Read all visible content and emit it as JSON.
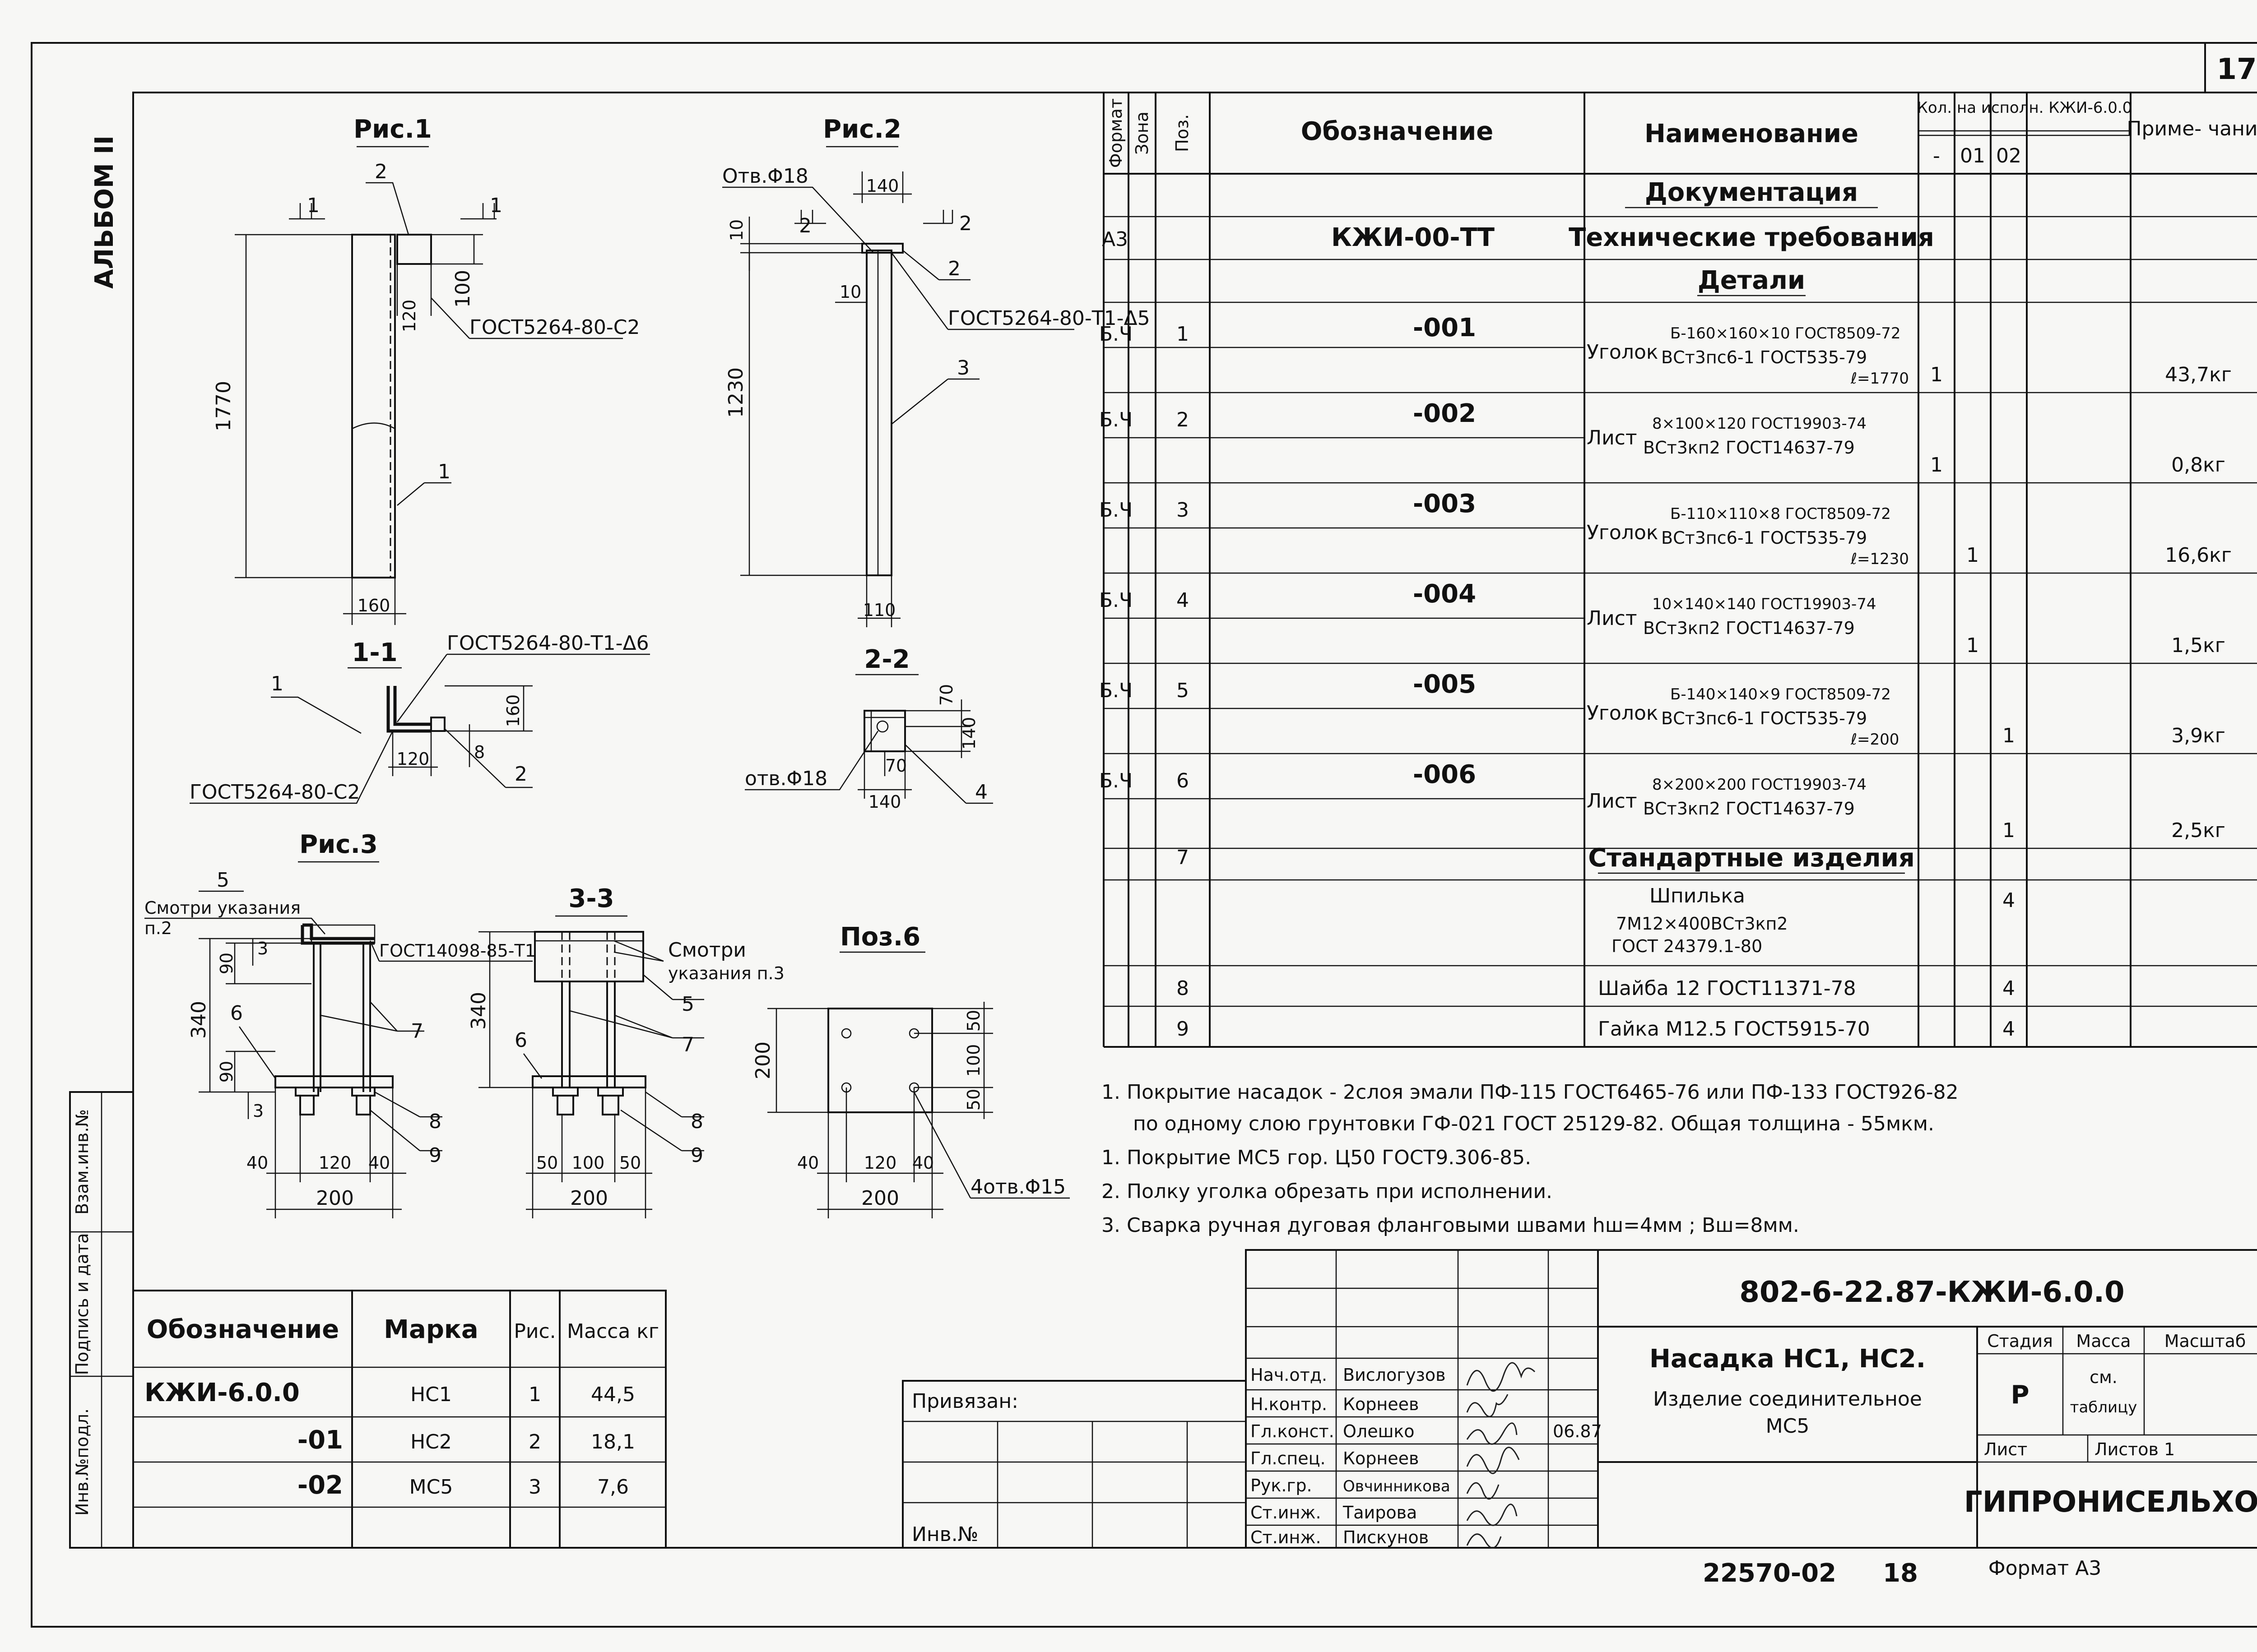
{
  "sheet_number": "17",
  "album": "АЛЬБОМ II",
  "side_stamp": [
    "Инв.№подл.",
    "Подпись и дата",
    "Взам.инв.№"
  ],
  "figures": {
    "fig1": {
      "title": "Рис.1",
      "section_mark": "1",
      "pos_2": "2",
      "pos_1": "1",
      "dim_1770": "1770",
      "dim_100": "100",
      "dim_120": "120",
      "dim_160": "160",
      "gost_weld": "ГОСТ5264-80-С2",
      "section": {
        "title": "1-1",
        "gost_top": "ГОСТ5264-80-Т1-Δ6",
        "gost_bottom": "ГОСТ5264-80-С2",
        "pos_1": "1",
        "pos_2": "2",
        "dim_160": "160",
        "dim_120": "120",
        "dim_8": "8"
      }
    },
    "fig2": {
      "title": "Рис.2",
      "hole_label": "Отв.Φ18",
      "section_mark": "2",
      "dim_140": "140",
      "dim_10_top": "10",
      "dim_10_side": "10",
      "dim_1230": "1230",
      "dim_110": "110",
      "pos_2": "2",
      "pos_3": "3",
      "gost_weld": "ГОСТ5264-80-Т1-Δ5",
      "section": {
        "title": "2-2",
        "dim_70a": "70",
        "dim_140a": "140",
        "dim_70b": "70",
        "dim_140b": "140",
        "hole_label": "отв.Φ18",
        "pos_4": "4"
      }
    },
    "fig3": {
      "title": "Рис.3",
      "section_mark": "5",
      "note_ref1": "Смотри указания",
      "note_ref2": "п.2",
      "gost": "ГОСТ14098-85-Т1",
      "dim_340": "340",
      "dim_90a": "90",
      "dim_90b": "90",
      "dim_3a": "3",
      "dim_3b": "3",
      "pos_6": "6",
      "pos_7": "7",
      "pos_8": "8",
      "pos_9": "9",
      "dim_40a": "40",
      "dim_120": "120",
      "dim_40b": "40",
      "dim_200": "200"
    },
    "section33": {
      "title": "3-3",
      "note1": "Смотри",
      "note2": "указания п.3",
      "pos_5": "5",
      "pos_7": "7",
      "pos_6": "6",
      "pos_8": "8",
      "pos_9": "9",
      "dim_340": "340",
      "dim_50a": "50",
      "dim_100": "100",
      "dim_50b": "50",
      "dim_200": "200"
    },
    "pos6": {
      "title": "Поз.6",
      "dim_200_side": "200",
      "dim_50a": "50",
      "dim_100v": "100",
      "dim_50b": "50",
      "dim_40a": "40",
      "dim_120": "120",
      "dim_40b": "40",
      "dim_200": "200",
      "holes": "4отв.Φ15"
    }
  },
  "spec_table": {
    "headers": {
      "format": "Формат",
      "zone": "Зона",
      "pos": "Поз.",
      "designation": "Обозначение",
      "name": "Наименование",
      "qty": "Кол. на исполн. КЖИ-6.0.0",
      "qty_a": "-",
      "qty_b": "01",
      "qty_c": "02",
      "note": "Приме- чание"
    },
    "section_docs": "Документация",
    "section_details": "Детали",
    "section_std": "Стандартные изделия",
    "rows": [
      {
        "format": "А3",
        "pos": "",
        "designation": "КЖИ-00-ТТ",
        "name": "Технические требования",
        "qty_a": "",
        "qty_b": "",
        "qty_c": "",
        "note": ""
      },
      {
        "format": "Б.Ч",
        "pos": "1",
        "designation": "-001",
        "name": "Уголок",
        "n1": "Б-160×160×10 ГОСТ8509-72",
        "n2": "ВСт3пс6-1 ГОСТ535-79",
        "n3": "ℓ=1770",
        "qty_a": "1",
        "qty_b": "",
        "qty_c": "",
        "note": "43,7кг"
      },
      {
        "format": "Б.Ч",
        "pos": "2",
        "designation": "-002",
        "name": "Лист",
        "n1": "8×100×120 ГОСТ19903-74",
        "n2": "ВСт3кп2 ГОСТ14637-79",
        "n3": "",
        "qty_a": "1",
        "qty_b": "",
        "qty_c": "",
        "note": "0,8кг"
      },
      {
        "format": "Б.Ч",
        "pos": "3",
        "designation": "-003",
        "name": "Уголок",
        "n1": "Б-110×110×8 ГОСТ8509-72",
        "n2": "ВСт3пс6-1 ГОСТ535-79",
        "n3": "ℓ=1230",
        "qty_a": "",
        "qty_b": "1",
        "qty_c": "",
        "note": "16,6кг"
      },
      {
        "format": "Б.Ч",
        "pos": "4",
        "designation": "-004",
        "name": "Лист",
        "n1": "10×140×140 ГОСТ19903-74",
        "n2": "ВСт3кп2 ГОСТ14637-79",
        "n3": "",
        "qty_a": "",
        "qty_b": "1",
        "qty_c": "",
        "note": "1,5кг"
      },
      {
        "format": "Б.Ч",
        "pos": "5",
        "designation": "-005",
        "name": "Уголок",
        "n1": "Б-140×140×9 ГОСТ8509-72",
        "n2": "ВСт3пс6-1 ГОСТ535-79",
        "n3": "ℓ=200",
        "qty_a": "",
        "qty_b": "",
        "qty_c": "1",
        "note": "3,9кг"
      },
      {
        "format": "Б.Ч",
        "pos": "6",
        "designation": "-006",
        "name": "Лист",
        "n1": "8×200×200 ГОСТ19903-74",
        "n2": "ВСт3кп2 ГОСТ14637-79",
        "n3": "",
        "qty_a": "",
        "qty_b": "",
        "qty_c": "1",
        "note": "2,5кг"
      },
      {
        "format": "",
        "pos": "7",
        "designation": "",
        "name": "Шпилька",
        "n1": "7М12×400ВСт3кп2",
        "n2": "ГОСТ 24379.1-80",
        "n3": "",
        "qty_a": "",
        "qty_b": "",
        "qty_c": "4",
        "note": ""
      },
      {
        "format": "",
        "pos": "8",
        "designation": "",
        "name": "Шайба 12 ГОСТ11371-78",
        "qty_a": "",
        "qty_b": "",
        "qty_c": "4",
        "note": ""
      },
      {
        "format": "",
        "pos": "9",
        "designation": "",
        "name": "Гайка М12.5 ГОСТ5915-70",
        "qty_a": "",
        "qty_b": "",
        "qty_c": "4",
        "note": ""
      }
    ]
  },
  "notes": [
    "1. Покрытие насадок - 2слоя эмали ПФ-115 ГОСТ6465-76 или ПФ-133 ГОСТ926-82",
    "по одному слою грунтовки ГФ-021 ГОСТ 25129-82. Общая толщина - 55мкм.",
    "1. Покрытие МС5 гор. Ц50 ГОСТ9.306-85.",
    "2. Полку уголка обрезать при исполнении.",
    "3. Сварка ручная дуговая фланговыми швами hш=4мм ; Bш=8мм."
  ],
  "mark_table": {
    "headers": {
      "designation": "Обозначение",
      "mark": "Марка",
      "fig": "Рис.",
      "mass": "Масса кг"
    },
    "rows": [
      {
        "designation": "КЖИ-6.0.0",
        "mark": "НС1",
        "fig": "1",
        "mass": "44,5"
      },
      {
        "designation": "-01",
        "mark": "НС2",
        "fig": "2",
        "mass": "18,1"
      },
      {
        "designation": "-02",
        "mark": "МС5",
        "fig": "3",
        "mass": "7,6"
      }
    ]
  },
  "title_block": {
    "privyazan": "Привязан:",
    "inv": "Инв.№",
    "doc_number": "802-6-22.87-КЖИ-6.0.0",
    "title1": "Насадка НС1, НС2.",
    "title2": "Изделие соединительное",
    "title3": "МС5",
    "stage_h": "Стадия",
    "mass_h": "Масса",
    "scale_h": "Масштаб",
    "stage": "Р",
    "mass_val1": "см.",
    "mass_val2": "таблицу",
    "sheet_h": "Лист",
    "sheets_h": "Листов 1",
    "org": "ГИПРОНИСЕЛЬХОЗ",
    "date": "06.87",
    "people": [
      {
        "role": "Нач.отд.",
        "name": "Вислогузов"
      },
      {
        "role": "Н.контр.",
        "name": "Корнеев"
      },
      {
        "role": "Гл.конст.",
        "name": "Олешко"
      },
      {
        "role": "Гл.спец.",
        "name": "Корнеев"
      },
      {
        "role": "Рук.гр.",
        "name": "Овчинникова"
      },
      {
        "role": "Ст.инж.",
        "name": "Таирова"
      },
      {
        "role": "Ст.инж.",
        "name": "Пискунов"
      }
    ]
  },
  "footer": {
    "archive": "22570-02",
    "page": "18",
    "format": "Формат А3"
  }
}
